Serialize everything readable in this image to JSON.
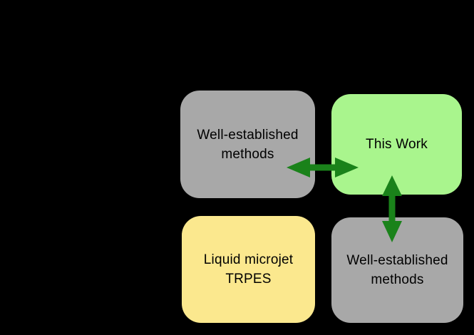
{
  "diagram": {
    "boxes": {
      "top_left": {
        "label": "Well-established\nmethods"
      },
      "top_right": {
        "label": "This Work"
      },
      "bottom_left": {
        "label": "Liquid microjet\nTRPES"
      },
      "bottom_right": {
        "label": "Well-established\nmethods"
      }
    },
    "arrows": {
      "horizontal_description": "double-headed arrow linking top gray box and This Work box",
      "vertical_description": "double-headed arrow linking This Work box and bottom gray box"
    },
    "colors": {
      "background": "#000000",
      "box_gray": "#a8a8a8",
      "box_green": "#a9f58d",
      "box_yellow": "#fbe88e",
      "arrow_green": "#1a821a",
      "text": "#000000"
    }
  }
}
